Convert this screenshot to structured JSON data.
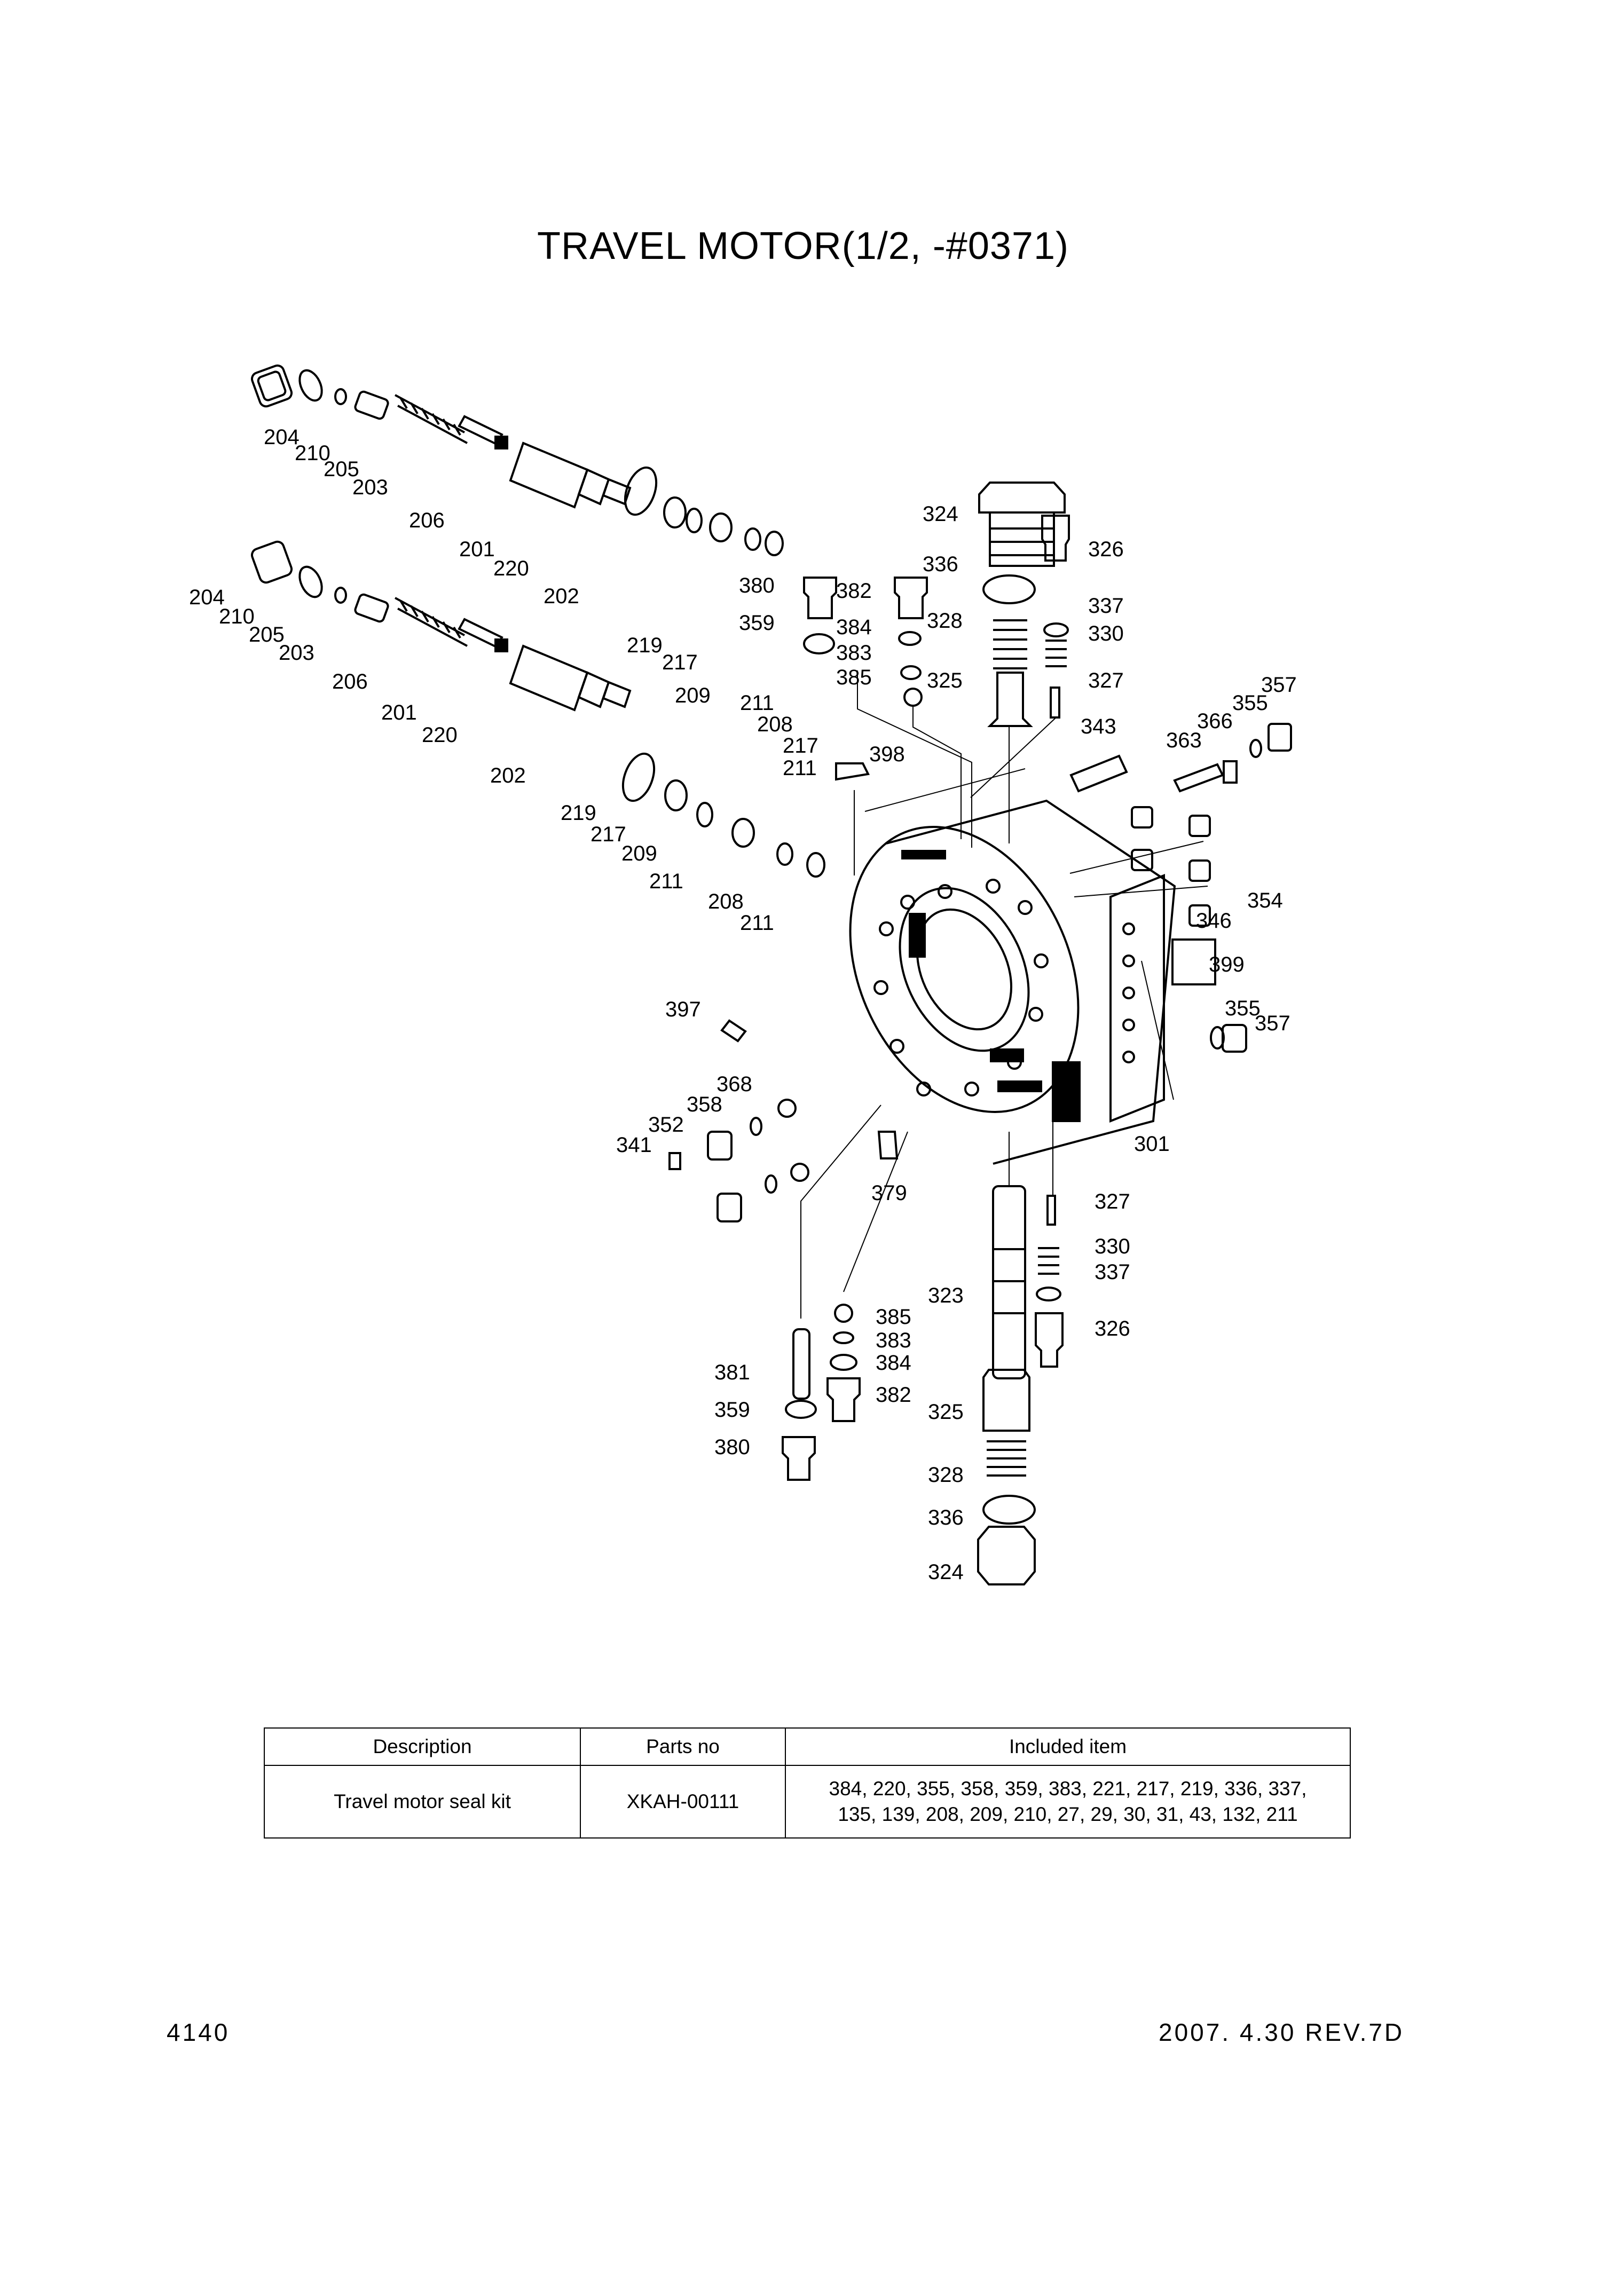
{
  "page": {
    "title": "TRAVEL MOTOR(1/2, -#0371)"
  },
  "labels": [
    "204",
    "210",
    "205",
    "203",
    "206",
    "201",
    "220",
    "202",
    "219",
    "217",
    "209",
    "211",
    "208",
    "204",
    "210",
    "205",
    "203",
    "206",
    "201",
    "220",
    "202",
    "219",
    "217",
    "209",
    "211",
    "208",
    "211",
    "217",
    "211",
    "324",
    "326",
    "380",
    "382",
    "336",
    "337",
    "359",
    "384",
    "328",
    "330",
    "383",
    "385",
    "325",
    "327",
    "357",
    "355",
    "366",
    "363",
    "343",
    "398",
    "354",
    "346",
    "399",
    "355",
    "357",
    "397",
    "368",
    "358",
    "352",
    "341",
    "301",
    "379",
    "327",
    "330",
    "337",
    "323",
    "385",
    "383",
    "326",
    "381",
    "384",
    "382",
    "359",
    "325",
    "380",
    "328",
    "336",
    "324"
  ],
  "kit_table": {
    "headers": [
      "Description",
      "Parts no",
      "Included item"
    ],
    "row": {
      "description": "Travel motor seal kit",
      "parts_no": "XKAH-00111",
      "items_line1": "384, 220, 355, 358, 359, 383, 221, 217, 219, 336, 337,",
      "items_line2": "135, 139, 208, 209, 210, 27, 29, 30, 31, 43, 132, 211"
    }
  },
  "footer": {
    "page_number": "4140",
    "revision": "2007. 4.30  REV.7D"
  }
}
